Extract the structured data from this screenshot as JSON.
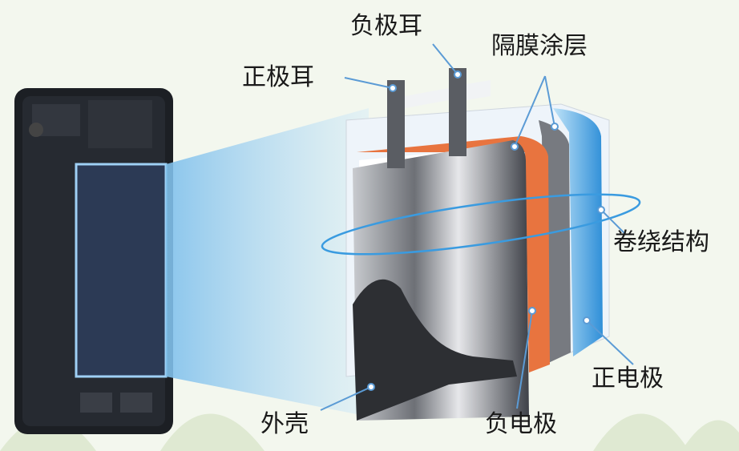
{
  "labels": {
    "negative_tab": "负极耳",
    "positive_tab": "正极耳",
    "separator_coating": "隔膜涂层",
    "winding_structure": "卷绕结构",
    "positive_electrode": "正电极",
    "casing": "外壳",
    "negative_electrode": "负电极"
  },
  "colors": {
    "background": "#f3f7ee",
    "phone": "#1c1f24",
    "screen": "#2c3a55",
    "projection": "#a9d4f0",
    "negative_electrode": "#e8743f",
    "positive_electrode": "#3a9be0",
    "casing": "#8a8d92",
    "pointer": "#5b9bd5"
  }
}
